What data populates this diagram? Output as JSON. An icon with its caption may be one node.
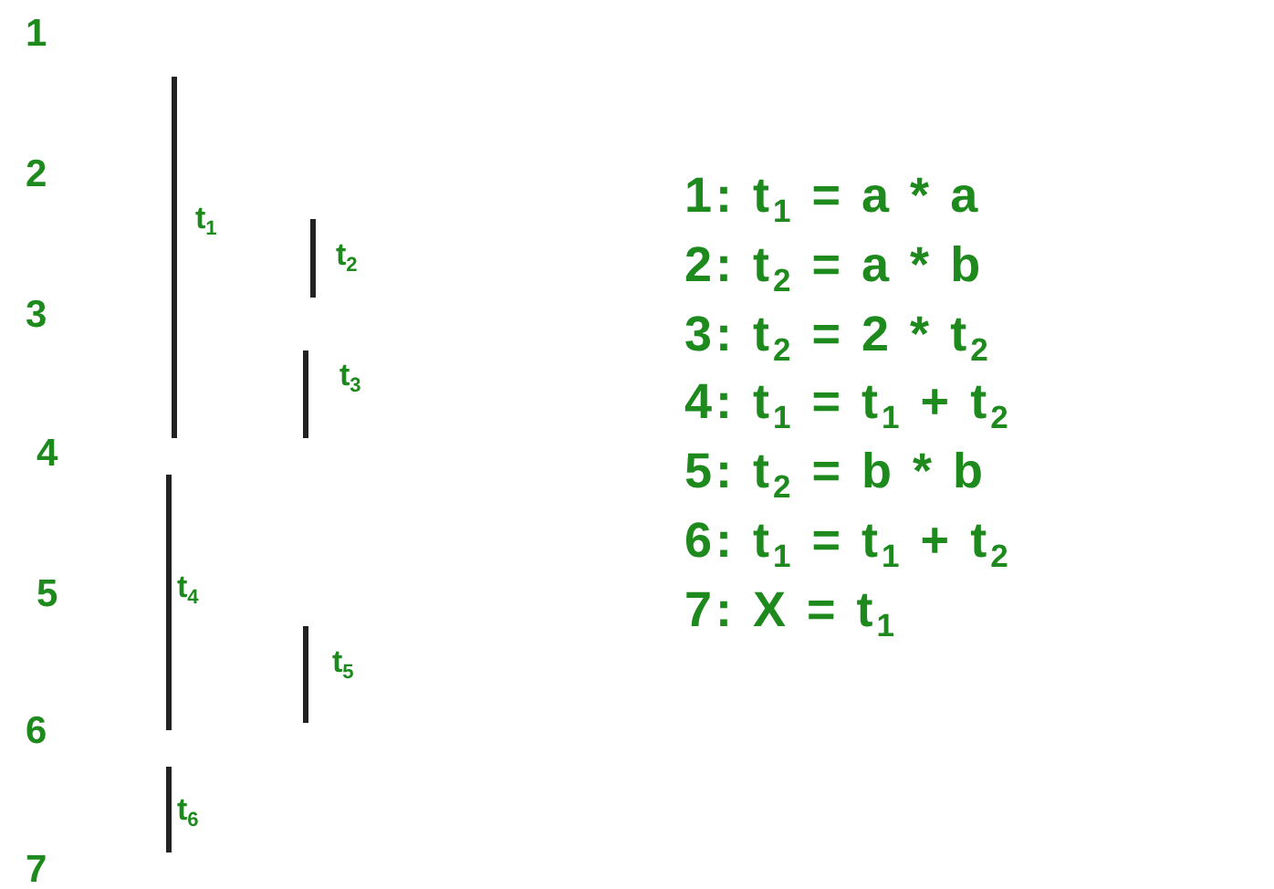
{
  "diagram": {
    "nodes": [
      {
        "text": [],
        "shape": "bar",
        "beside": [
          "t$_{1}$"
        ]
      },
      {
        "text": [],
        "shape": "bar",
        "beside": [
          "t$_{2}$"
        ]
      },
      {
        "text": [],
        "shape": "bar",
        "beside": [
          "t$_{3}$"
        ]
      },
      {
        "text": [],
        "shape": "bar",
        "beside": [
          "t$_{4}$"
        ]
      },
      {
        "text": [],
        "shape": "bar",
        "beside": [
          "t$_{5}$"
        ]
      },
      {
        "text": [],
        "shape": "bar",
        "beside": [
          "t$_{6}$"
        ]
      }
    ],
    "labels": [
      "1",
      "2",
      "3",
      "4",
      "5",
      "6",
      "7",
      "1: t$_{1}$ = a * a",
      "2: t$_{2}$ = a * b",
      "3: t$_{2}$ = 2 * t$_{2}$",
      "4: t$_{1}$ = t$_{1}$ + t$_{2}$",
      "5: t$_{2}$ = b * b",
      "6: t$_{1}$ = t$_{1}$ + t$_{2}$",
      "7: X = t$_{1}$"
    ]
  }
}
